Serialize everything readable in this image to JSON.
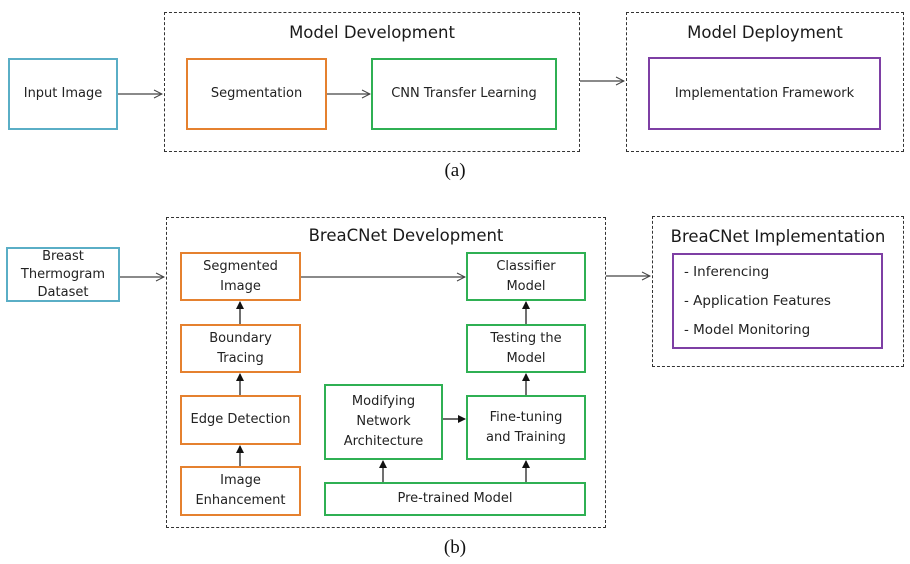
{
  "colors": {
    "input": "#5aaec6",
    "segmentation": "#e5812f",
    "model": "#2fb053",
    "deployment": "#7e3fa4",
    "dashed_border": "#333333",
    "arrow": "#333333"
  },
  "panel_a": {
    "caption": "(a)",
    "input_box": "Input Image",
    "development_group": {
      "title": "Model Development",
      "segmentation_box": "Segmentation",
      "cnn_box": "CNN Transfer Learning"
    },
    "deployment_group": {
      "title": "Model Deployment",
      "framework_box": "Implementation Framework"
    }
  },
  "panel_b": {
    "caption": "(b)",
    "input_box": "Breast\nThermogram\nDataset",
    "development_group": {
      "title": "BreaCNet Development",
      "segmented_image": "Segmented\nImage",
      "boundary_tracing": "Boundary\nTracing",
      "edge_detection": "Edge Detection",
      "image_enhancement": "Image\nEnhancement",
      "classifier_model": "Classifier\nModel",
      "testing_model": "Testing the\nModel",
      "fine_tuning": "Fine-tuning\nand Training",
      "modifying_network": "Modifying\nNetwork\nArchitecture",
      "pretrained_model": "Pre-trained Model"
    },
    "implementation_group": {
      "title": "BreaCNet Implementation",
      "items": [
        "- Inferencing",
        "- Application Features",
        "- Model Monitoring"
      ]
    }
  }
}
